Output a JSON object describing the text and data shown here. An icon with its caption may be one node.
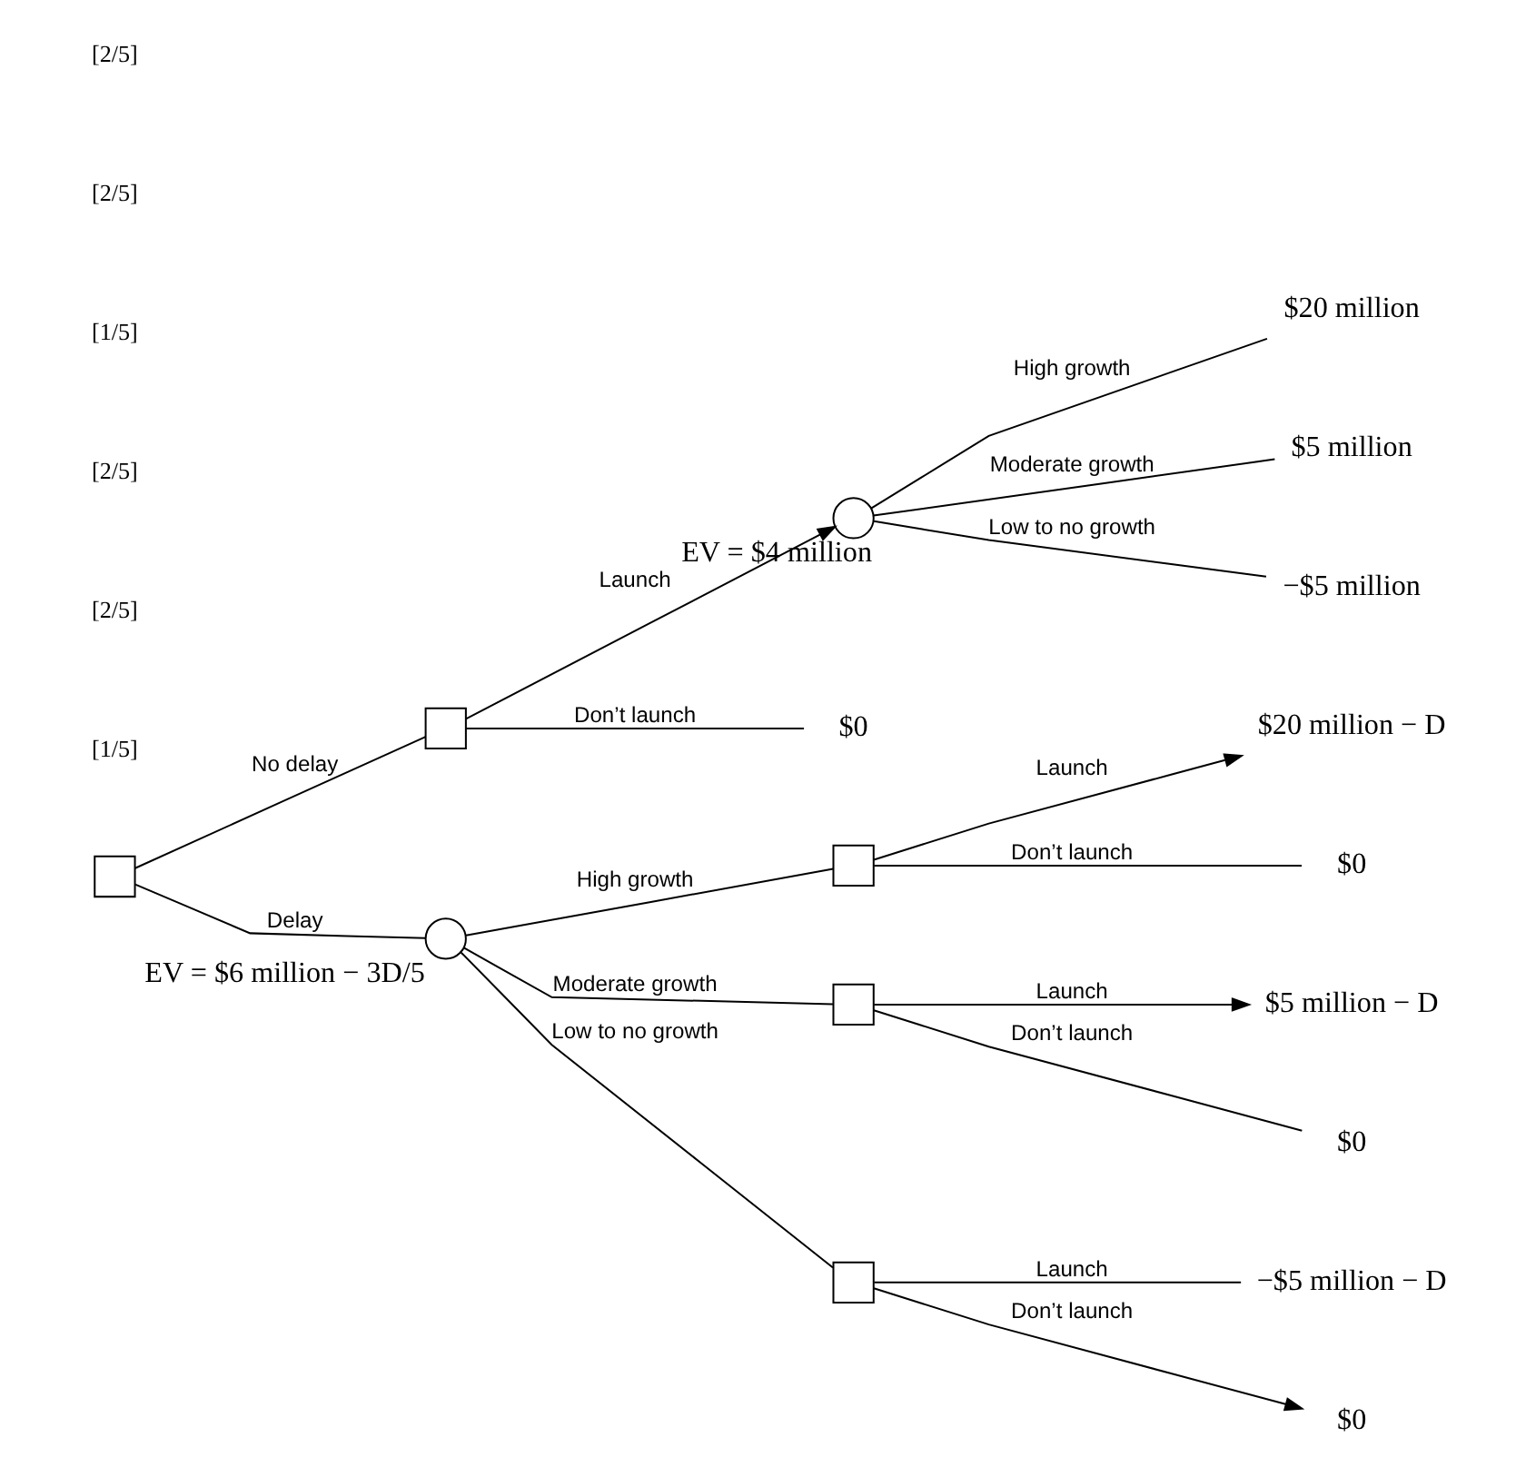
{
  "diagram": {
    "nodes": [
      {
        "text": [],
        "shape": "box"
      },
      {
        "text": [],
        "shape": "box"
      },
      {
        "text": [],
        "shape": "circle",
        "beside": [
          "EV = $4 million"
        ]
      },
      {
        "text": [
          "$20 million"
        ]
      },
      {
        "text": [
          "$5 million"
        ]
      },
      {
        "text": [
          "−$5 million"
        ]
      },
      {
        "text": [
          "$0"
        ]
      },
      {
        "text": [],
        "shape": "circle",
        "beside": [
          "EV = $6 million − 3D/5"
        ]
      },
      {
        "text": [],
        "shape": "box"
      },
      {
        "text": [
          "$20 million − D"
        ]
      },
      {
        "text": [
          "$0"
        ]
      },
      {
        "text": [],
        "shape": "box"
      },
      {
        "text": [
          "$5 million − D"
        ]
      },
      {
        "text": [
          "$0"
        ]
      },
      {
        "text": [],
        "shape": "box"
      },
      {
        "text": [
          "−$5 million − D"
        ]
      },
      {
        "text": [
          "$0"
        ]
      }
    ],
    "edges": [
      {
        "from": 0,
        "to": 1,
        "arrow": "none",
        "label": "No delay"
      },
      {
        "from": 1,
        "to": 2,
        "arrow": "to",
        "label": "Launch"
      },
      {
        "from": 2,
        "to": 3,
        "arrow": "none",
        "label": "High growth"
      },
      {
        "from": 2,
        "to": 4,
        "arrow": "none",
        "label": "Moderate growth"
      },
      {
        "from": 2,
        "to": 5,
        "arrow": "none",
        "label": "Low to no growth"
      },
      {
        "from": 1,
        "to": 6,
        "arrow": "none",
        "label": "Don’t launch"
      },
      {
        "from": 0,
        "to": 7,
        "arrow": "none",
        "label": "Delay"
      },
      {
        "from": 7,
        "to": 8,
        "arrow": "none",
        "label": "High growth"
      },
      {
        "from": 8,
        "to": 9,
        "arrow": "to",
        "label": "Launch"
      },
      {
        "from": 8,
        "to": 10,
        "arrow": "none",
        "label": "Don’t launch"
      },
      {
        "from": 7,
        "to": 11,
        "arrow": "none",
        "label": "Moderate growth"
      },
      {
        "from": 11,
        "to": 12,
        "arrow": "to",
        "label": "Launch"
      },
      {
        "from": 11,
        "to": 13,
        "arrow": "none",
        "label": "Don’t launch"
      },
      {
        "from": 7,
        "to": 14,
        "arrow": "none",
        "label": "Low to no growth"
      },
      {
        "from": 14,
        "to": 15,
        "arrow": "none",
        "label": "Launch"
      },
      {
        "from": 14,
        "to": 16,
        "arrow": "to",
        "label": "Don’t launch"
      }
    ],
    "labels": [
      "[1/5]",
      "[2/5]",
      "[2/5]",
      "[1/5]",
      "[2/5]",
      "[2/5]"
    ]
  }
}
